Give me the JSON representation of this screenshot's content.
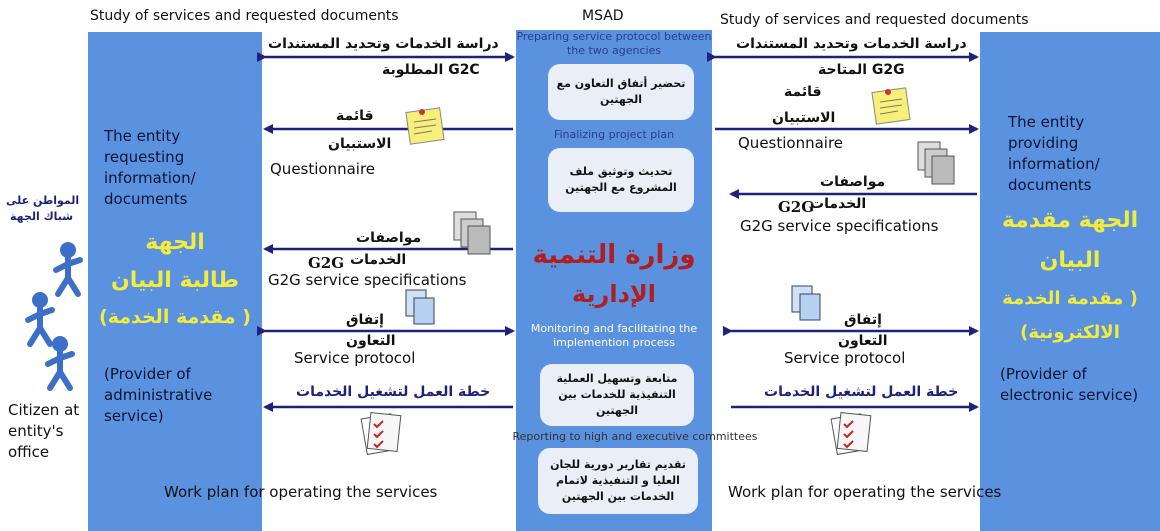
{
  "header": {
    "left": "Study of services and requested documents",
    "center": "MSAD",
    "right": "Study of services and requested documents"
  },
  "left_entity": {
    "en": "The entity requesting information/ documents",
    "ar_line1": "الجهة",
    "ar_line2": "طالبة البيان",
    "ar_line3": "( مقدمة الخدمة)",
    "provider": "(Provider of administrative service)"
  },
  "right_entity": {
    "en": "The entity providing information/ documents",
    "ar_line1": "الجهة مقدمة",
    "ar_line2": "البيان",
    "ar_line3": "( مقدمة الخدمة",
    "ar_line4": "الالكترونية)",
    "provider": "(Provider of electronic service)"
  },
  "citizen": {
    "ar_line1": "المواطن على",
    "ar_line2": "شباك الجهة",
    "en": "Citizen at entity's office"
  },
  "center_col": {
    "title_line1": "وزارة التنمية",
    "title_line2": "الإدارية",
    "cap1": "Preparing service protocol between the two agencies",
    "box1": "تحضير أتفاق التعاون مع الجهتين",
    "cap2": "Finalizing project plan",
    "box2": "تحديث وتوثيق ملف المشروع مع الجهتين",
    "cap3": "Monitoring and facilitating the implemention process",
    "box3": "متابعة وتسهيل العملية التنفيذية للخدمات بين الجهتين",
    "cap4": "Reporting to high and executive committees",
    "box4": "تقديم تقارير دورية للجان العليا و التنفيذية لاتمام الخدمات بين الجهتين"
  },
  "left_flows": {
    "study_ar": "دراسة الخدمات وتحديد المستندات",
    "study_ar2": "G2C المطلوبة",
    "q_ar1": "قائمة",
    "q_ar2": "الاستبيان",
    "q_en": "Questionnaire",
    "spec_ar1": "مواصفات",
    "spec_ar2": "الخدمات",
    "spec_g2g": "G2G",
    "spec_en": "G2G service specifications",
    "prot_ar1": "إتفاق",
    "prot_ar2": "التعاون",
    "prot_en": "Service protocol",
    "plan_ar": "خطة العمل لتشغيل الخدمات",
    "plan_en": "Work plan for operating the services"
  },
  "right_flows": {
    "study_ar": "دراسة الخدمات وتحديد المستندات",
    "study_ar2": "G2G المتاحة",
    "q_ar1": "قائمة",
    "q_ar2": "الاستبيان",
    "q_en": "Questionnaire",
    "spec_ar1": "مواصفات",
    "spec_ar2": "الخدمات",
    "spec_g2g": "G2G",
    "spec_en": "G2G service specifications",
    "prot_ar1": "إتفاق",
    "prot_ar2": "التعاون",
    "prot_en": "Service protocol",
    "plan_ar": "خطة العمل لتشغيل الخدمات",
    "plan_en": "Work plan for operating the services"
  },
  "colors": {
    "column": "#5b92e0",
    "arrow": "#1d237a",
    "title_red": "#b01e1e",
    "yellow": "#f4ec3c"
  }
}
